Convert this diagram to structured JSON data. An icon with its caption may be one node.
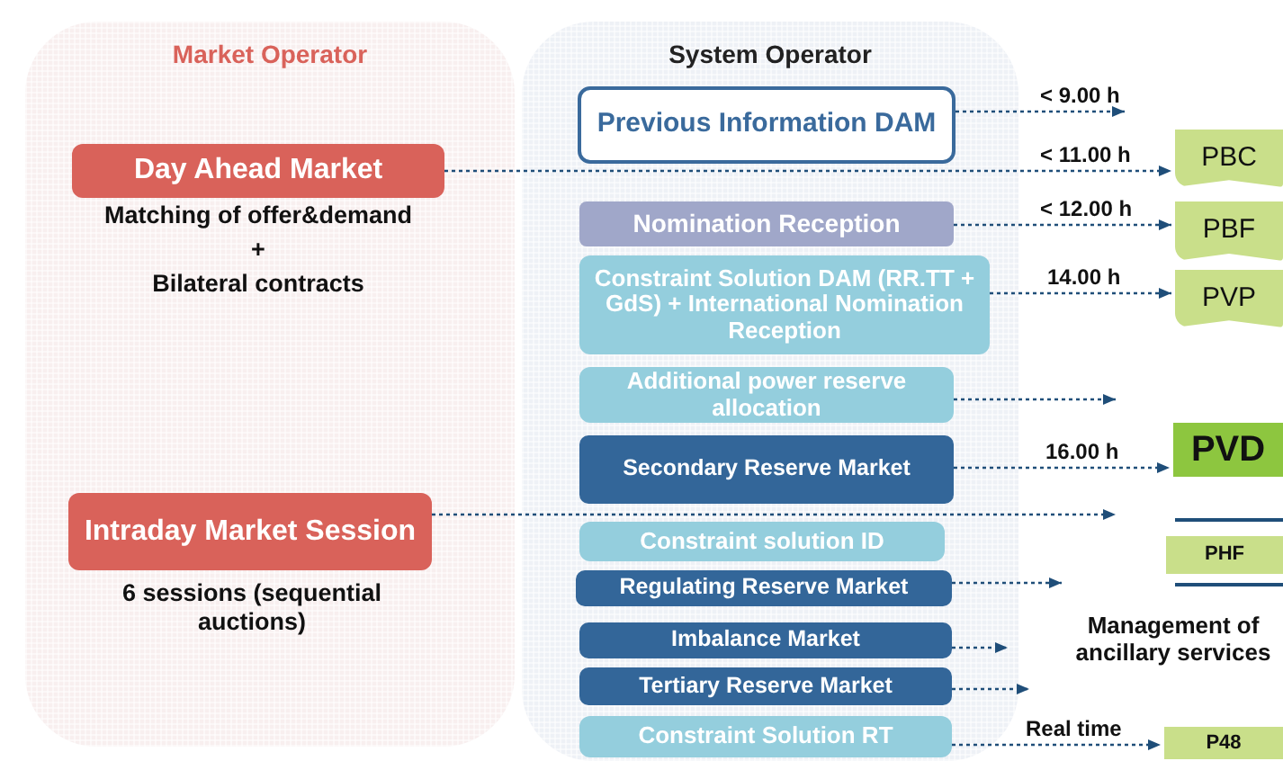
{
  "diagram": {
    "nodes": [
      {
        "text": [
          "Market Operator"
        ]
      },
      {
        "text": [
          "System Operator"
        ]
      },
      {
        "text": [
          "Day Ahead Market"
        ],
        "in": 0,
        "beside": [
          "Matching of offer&demand",
          "+",
          "Bilateral contracts"
        ]
      },
      {
        "text": [
          "Intraday Market Session"
        ],
        "in": 0,
        "beside": [
          "6 sessions (sequential auctions)"
        ]
      },
      {
        "text": [
          "Previous Information DAM"
        ],
        "in": 1
      },
      {
        "text": [
          "Nomination Reception"
        ],
        "in": 1
      },
      {
        "text": [
          "Constraint Solution DAM (RR.TT + GdS) + International Nomination Reception"
        ],
        "in": 1
      },
      {
        "text": [
          "Additional power reserve allocation"
        ],
        "in": 1
      },
      {
        "text": [
          "Secondary Reserve Market"
        ],
        "in": 1
      },
      {
        "text": [
          "Constraint solution ID"
        ],
        "in": 1
      },
      {
        "text": [
          "Regulating Reserve Market"
        ],
        "in": 1
      },
      {
        "text": [
          "Imbalance Market"
        ],
        "in": 1
      },
      {
        "text": [
          "Tertiary Reserve Market"
        ],
        "in": 1
      },
      {
        "text": [
          "Constraint Solution RT"
        ],
        "in": 1
      },
      {
        "text": [
          "PBC"
        ]
      },
      {
        "text": [
          "PBF"
        ]
      },
      {
        "text": [
          "PVP"
        ]
      },
      {
        "text": [
          "PVD"
        ]
      },
      {
        "text": [
          "PHF"
        ]
      },
      {
        "text": [
          "P48"
        ]
      }
    ],
    "edges": [
      {
        "from": 4,
        "to": null,
        "arrow": "to",
        "label": "< 9.00 h",
        "style": "dashed"
      },
      {
        "from": 2,
        "to": 14,
        "arrow": "to",
        "label": "< 11.00 h",
        "style": "dashed"
      },
      {
        "from": 5,
        "to": 15,
        "arrow": "to",
        "label": "< 12.00 h",
        "style": "dashed"
      },
      {
        "from": 6,
        "to": 16,
        "arrow": "to",
        "label": "14.00 h",
        "style": "dashed"
      },
      {
        "from": 7,
        "to": null,
        "arrow": "to",
        "style": "dashed"
      },
      {
        "from": 8,
        "to": 17,
        "arrow": "to",
        "label": "16.00 h",
        "style": "dashed"
      },
      {
        "from": 3,
        "to": null,
        "arrow": "to",
        "style": "dashed"
      },
      {
        "from": 10,
        "to": null,
        "arrow": "to",
        "style": "dashed"
      },
      {
        "from": 11,
        "to": null,
        "arrow": "to",
        "style": "dashed"
      },
      {
        "from": 12,
        "to": null,
        "arrow": "to",
        "style": "dashed"
      },
      {
        "from": 13,
        "to": 19,
        "arrow": "to",
        "label": "Real time",
        "style": "dashed"
      }
    ],
    "labels": [
      "Management of ancillary services"
    ]
  }
}
